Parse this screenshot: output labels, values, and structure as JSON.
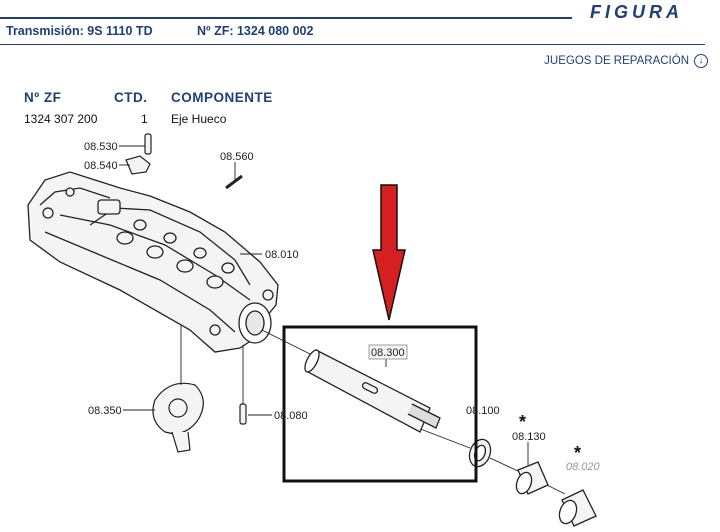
{
  "header": {
    "figure_title": "FIGURA",
    "transmission": "Transmisión: 9S 1110 TD",
    "zf_number": "Nº ZF: 1324 080 002",
    "repair_kits_link": "JUEGOS DE REPARACIÓN",
    "repair_kits_icon": "circle-arrow-down-icon"
  },
  "table": {
    "columns": [
      "Nº ZF",
      "CTD.",
      "COMPONENTE"
    ],
    "rows": [
      {
        "zf": "1324 307 200",
        "qty": "1",
        "component": "Eje Hueco"
      }
    ]
  },
  "diagram": {
    "callouts": {
      "c08530": "08.530",
      "c08540": "08.540",
      "c08560": "08.560",
      "c08010": "08.010",
      "c08300": "08.300",
      "c08350": "08.350",
      "c08080": "08.080",
      "c08100": "08.100",
      "c08130": "08.130",
      "c08020": "08.020"
    },
    "asterisk": "*",
    "highlight_color": "#d42020"
  }
}
